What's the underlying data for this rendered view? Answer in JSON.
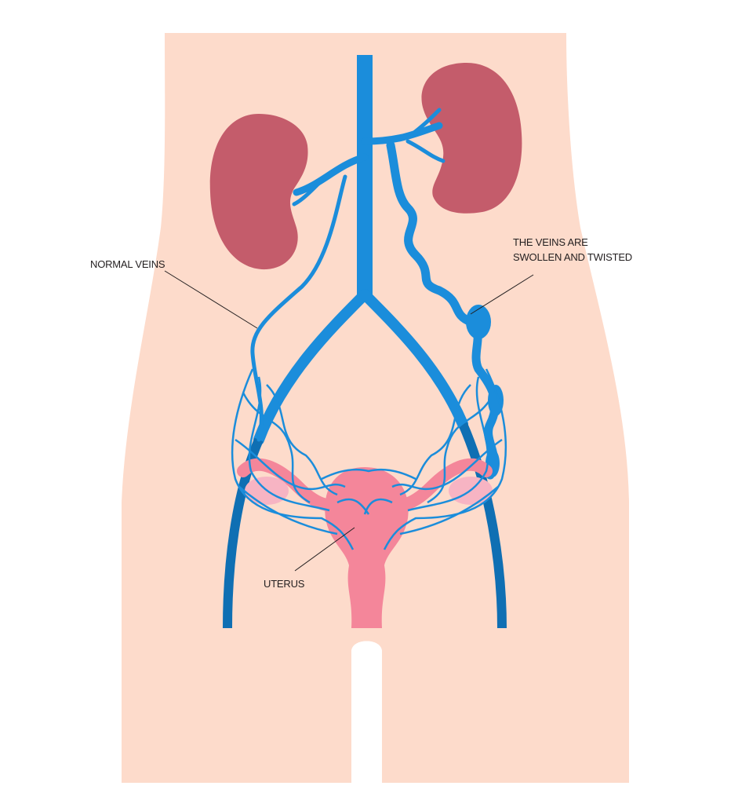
{
  "title": "Pelvic congestion syndrome diagram",
  "labels": {
    "normal_veins": "NORMAL VEINS",
    "swollen_line1": "THE VEINS ARE",
    "swollen_line2": "SWOLLEN AND TWISTED",
    "uterus": "UTERUS"
  },
  "colors": {
    "skin": "#fddbcb",
    "vein": "#1b8ddb",
    "vein_dark": "#0f6fb3",
    "kidney": "#c45c6b",
    "uterus": "#f4869a",
    "ovary": "#f7b4c3"
  }
}
